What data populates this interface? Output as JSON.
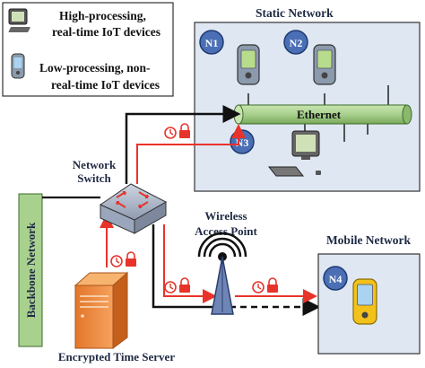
{
  "legend": {
    "high_line1": "High-processing,",
    "high_line2": "real-time IoT devices",
    "low_line1": "Low-processing, non-",
    "low_line2": "real-time IoT devices"
  },
  "static_network": {
    "title": "Static Network",
    "ethernet_label": "Ethernet",
    "nodes": [
      "N1",
      "N2",
      "N3"
    ]
  },
  "mobile_network": {
    "title": "Mobile Network",
    "node": "N4"
  },
  "backbone": {
    "label": "Backbone Network"
  },
  "network_switch": {
    "line1": "Network",
    "line2": "Switch"
  },
  "wireless_ap": {
    "line1": "Wireless",
    "line2": "Access Point"
  },
  "time_server": {
    "label": "Encrypted Time Server"
  },
  "colors": {
    "node_fill": "#4a6fb5",
    "panel_fill": "#dfe7f3",
    "ethernet_fill": "#a8d08d",
    "secure_link": "#e8332a",
    "link_dark": "#111111",
    "backbone_fill": "#a9d18e"
  }
}
